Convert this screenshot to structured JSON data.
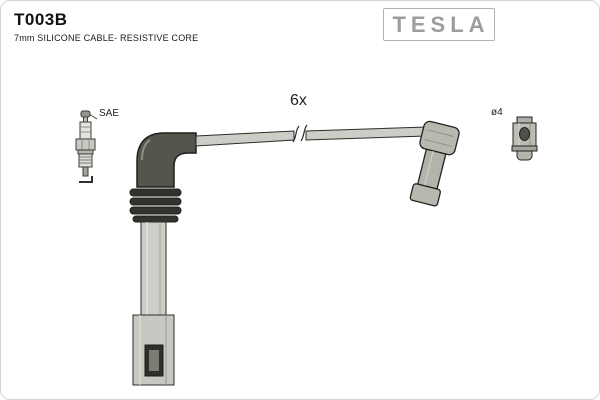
{
  "card": {
    "part_number": "T003B",
    "spec": "7mm SILICONE CABLE- RESISTIVE CORE",
    "brand": "TESLA",
    "quantity": "6x",
    "sae_label": "SAE",
    "diameter_label": "ø4",
    "colors": {
      "brand_gray": "#9d9d9b",
      "outline_dark": "#23231f",
      "boot_light": "#cccdc6",
      "boot_gray": "#b5b5ae",
      "rib_dark": "#33332e",
      "frame_border": "#d4d4d2"
    }
  }
}
